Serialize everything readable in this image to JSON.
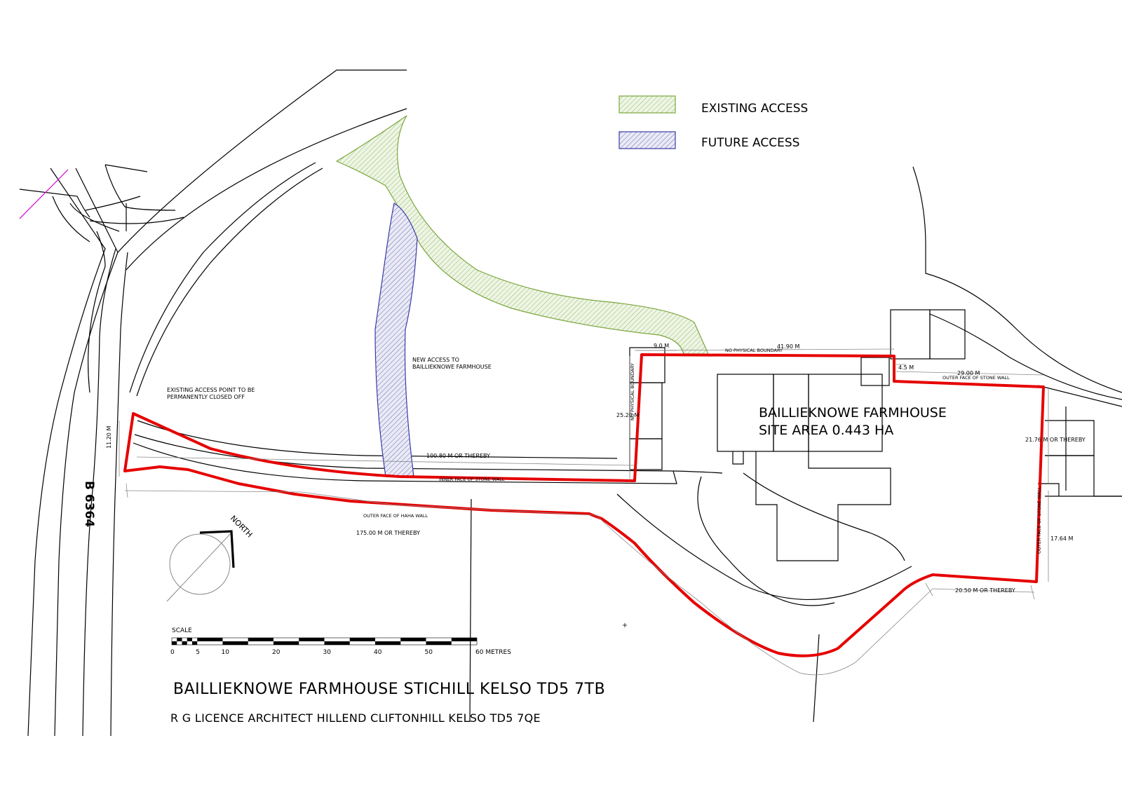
{
  "legend": {
    "existing_access": "EXISTING ACCESS",
    "future_access": "FUTURE ACCESS"
  },
  "colors": {
    "existing_access": "#7aa63c",
    "future_access": "#3a3aa8",
    "site_boundary": "#e60000",
    "linework": "#000000",
    "dimension": "#8a8a8a",
    "marker": "#d020d0"
  },
  "site": {
    "name": "BAILLIEKNOWE FARMHOUSE",
    "area": "SITE AREA 0.443 HA"
  },
  "notes": {
    "new_access_1": "NEW ACCESS TO",
    "new_access_2": "BAILLIEKNOWE FARMHOUSE",
    "closed_access_1": "EXISTING ACCESS POINT TO BE",
    "closed_access_2": "PERMANENTLY CLOSED OFF",
    "inner_wall": "INNER FACE OF STONE WALL",
    "outer_haha": "OUTER FACE OF HAHA WALL",
    "no_boundary_top": "NO PHYSICAL BOUNDARY",
    "no_boundary_side": "NO PHYSICAL BOUNDARY",
    "outer_stone_top": "OUTER FACE OF STONE WALL",
    "outer_stone_side": "OUTER FACE OF STONE WALL"
  },
  "dimensions": {
    "d_9": "9.0 M",
    "d_41_9": "41.90 M",
    "d_4_5": "4.5 M",
    "d_29": "29.00 M",
    "d_25_2": "25.20 M",
    "d_21_76": "21.76 M OR THEREBY",
    "d_17_64": "17.64 M",
    "d_20_5": "20.50 M OR THEREBY",
    "d_100_8": "100.80 M OR THEREBY",
    "d_175": "175.00 M OR THEREBY",
    "d_11_2": "11.20 M"
  },
  "road": "B 6364",
  "north": "NORTH",
  "scale": {
    "label": "SCALE",
    "ticks": [
      "0",
      "5",
      "10",
      "20",
      "30",
      "40",
      "50",
      "60 METRES"
    ]
  },
  "title": "BAILLIEKNOWE FARMHOUSE STICHILL KELSO TD5 7TB",
  "architect": "R G LICENCE ARCHITECT HILLEND CLIFTONHILL KELSO TD5 7QE"
}
